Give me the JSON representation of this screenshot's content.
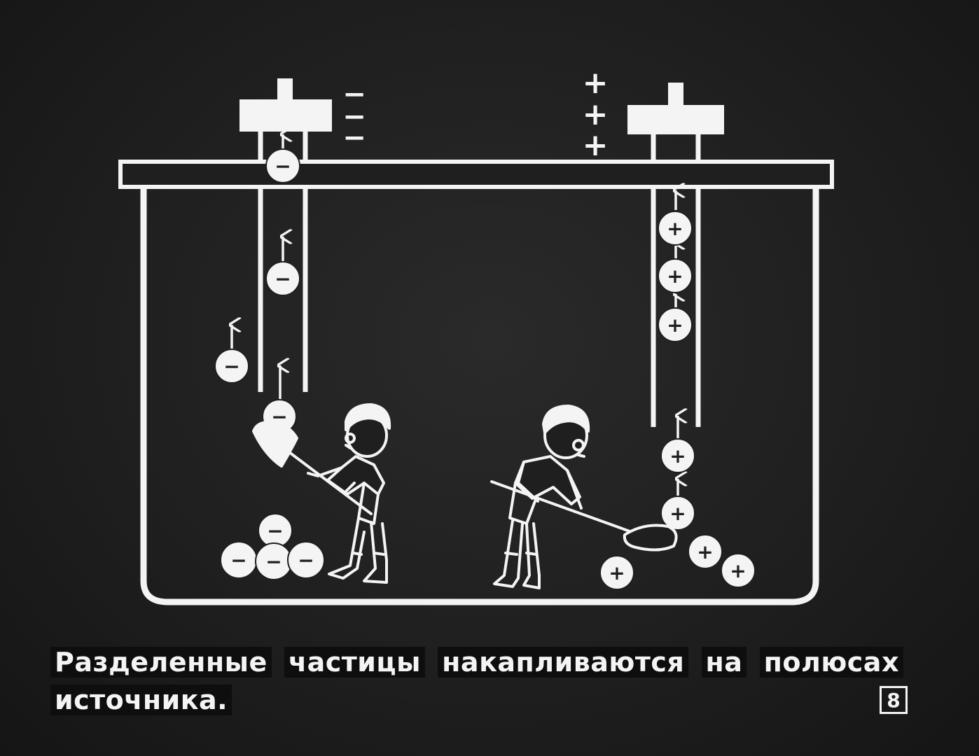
{
  "caption": {
    "line1_words": [
      "Разделенные",
      "частицы",
      "накапливаются",
      "на",
      "полюсах"
    ],
    "line2": "источника."
  },
  "frame_number": "8",
  "diagram": {
    "negative_terminal_marks": [
      "−",
      "−",
      "−"
    ],
    "positive_terminal_marks": [
      "+",
      "+",
      "+"
    ],
    "negative_particle_sign": "−",
    "positive_particle_sign": "+"
  },
  "colors": {
    "background": "#1c1c1c",
    "drawing": "#f4f4f4"
  }
}
